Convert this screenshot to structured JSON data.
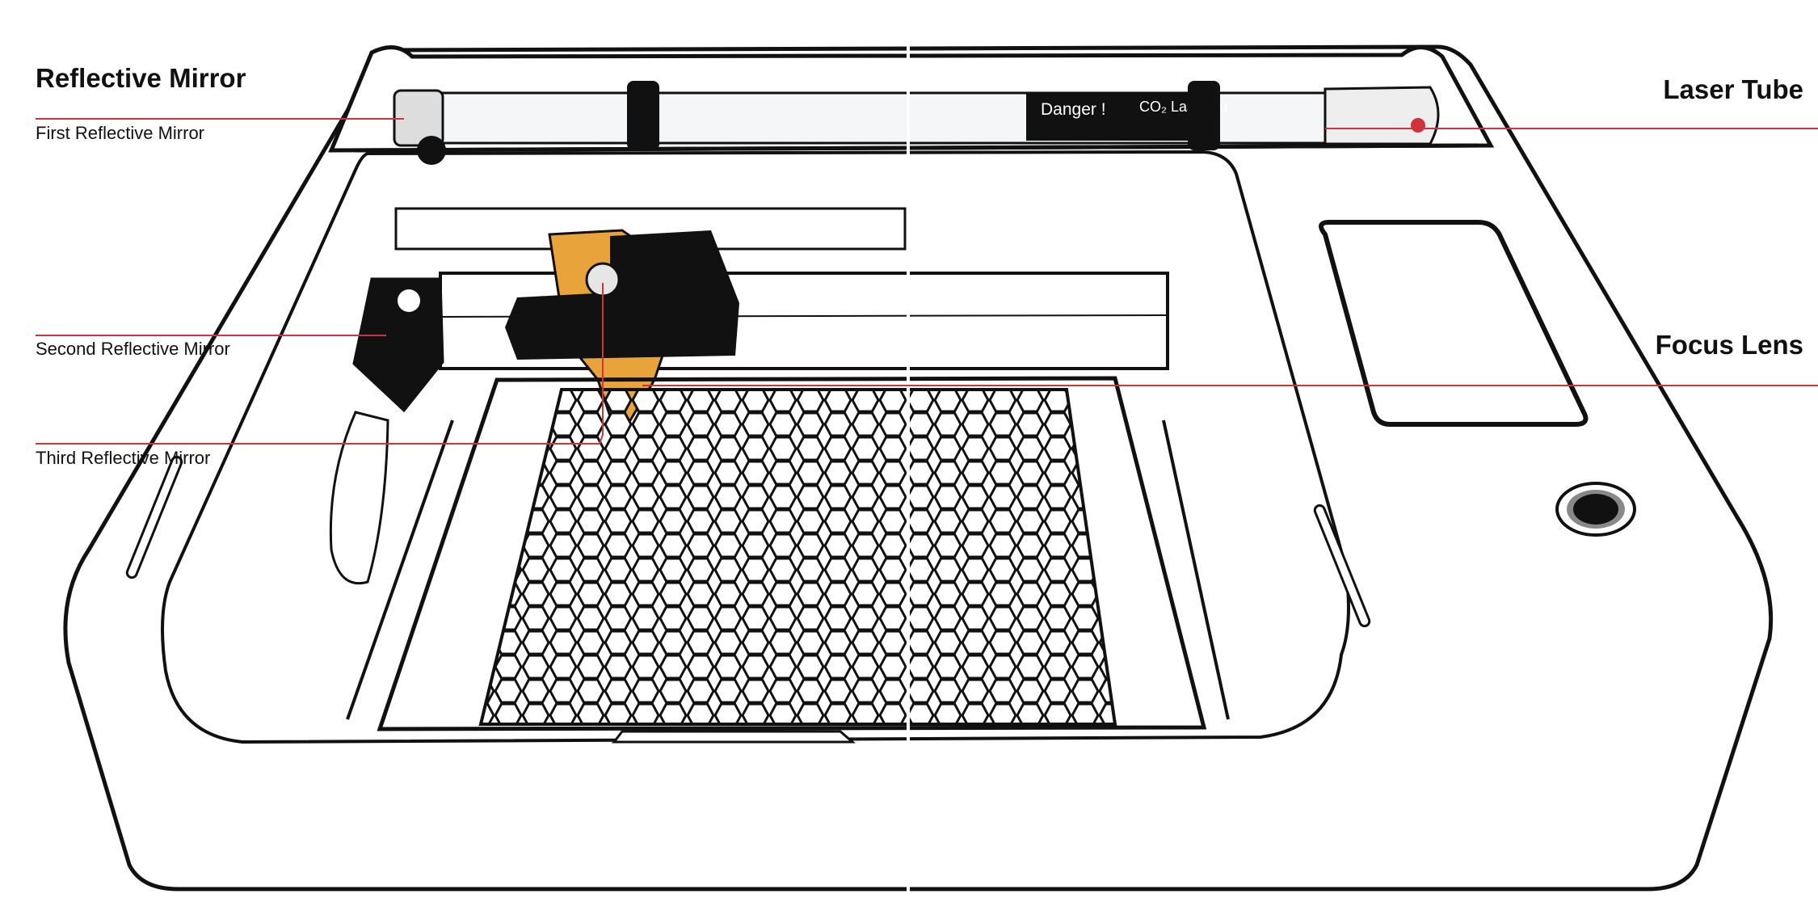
{
  "labels": {
    "reflective_mirror_heading": "Reflective Mirror",
    "first_reflective_mirror": "First Reflective Mirror",
    "second_reflective_mirror": "Second Reflective Mirror",
    "third_reflective_mirror": "Third Reflective Mirror",
    "laser_tube_heading": "Laser Tube",
    "focus_lens_heading": "Focus Lens"
  },
  "tube_decal": {
    "danger": "Danger !",
    "co2": "CO₂ Laser Tu"
  },
  "colors": {
    "callout_line": "#d0343a",
    "laser_head": "#e8a33a",
    "outline": "#111111",
    "background": "#ffffff"
  }
}
